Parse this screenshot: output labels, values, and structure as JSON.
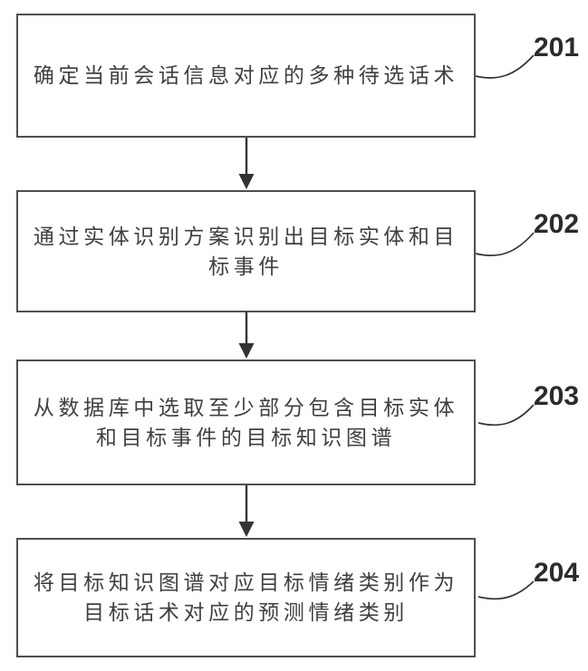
{
  "figure": {
    "type": "flowchart",
    "direction": "top-down",
    "colors": {
      "background": "#ffffff",
      "box_border": "#4f4f4f",
      "box_fill": "#ffffff",
      "text": "#3f3f3f",
      "connector": "#333333"
    },
    "steps": [
      {
        "id": "201",
        "text": "确定当前会话信息对应的多种待选话术",
        "lines": [
          "确定当前会话信息对应的多种待选话术"
        ]
      },
      {
        "id": "202",
        "text": "通过实体识别方案识别出目标实体和目标事件",
        "lines": [
          "通过实体识别方案识别出目标实体和目",
          "标事件"
        ]
      },
      {
        "id": "203",
        "text": "从数据库中选取至少部分包含目标实体和目标事件的目标知识图谱",
        "lines": [
          "从数据库中选取至少部分包含目标实体",
          "和目标事件的目标知识图谱"
        ]
      },
      {
        "id": "204",
        "text": "将目标知识图谱对应目标情绪类别作为目标话术对应的预测情绪类别",
        "lines": [
          "将目标知识图谱对应目标情绪类别作为",
          "目标话术对应的预测情绪类别"
        ]
      }
    ],
    "connections": [
      {
        "from": "201",
        "to": "202"
      },
      {
        "from": "202",
        "to": "203"
      },
      {
        "from": "203",
        "to": "204"
      }
    ]
  }
}
